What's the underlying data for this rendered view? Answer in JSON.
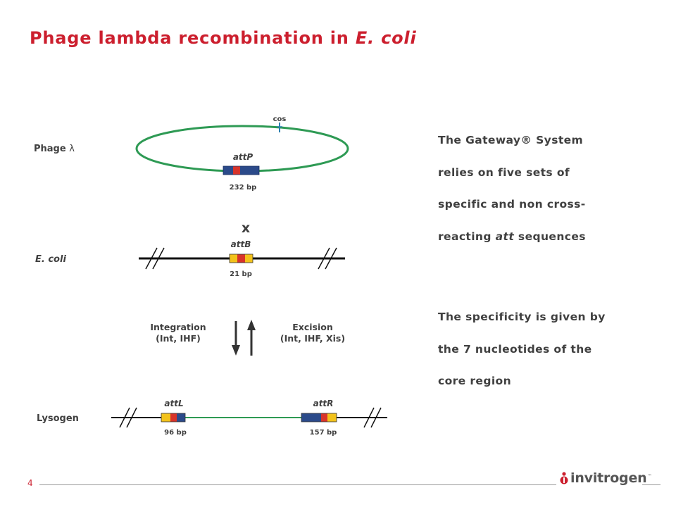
{
  "title": {
    "prefix": "Phage lambda recombination in ",
    "species": "E. coli"
  },
  "diagram": {
    "rows": {
      "phage": {
        "label": "Phage",
        "symbol": "λ",
        "site": "attP",
        "size": "232 bp",
        "cos": "cos"
      },
      "cross": "x",
      "ecoli": {
        "label": "E. coli",
        "site": "attB",
        "size": "21 bp"
      },
      "integration": {
        "line1": "Integration",
        "line2": "(Int, IHF)"
      },
      "excision": {
        "line1": "Excision",
        "line2": "(Int, IHF, Xis)"
      },
      "lysogen": {
        "label": "Lysogen",
        "left_site": "attL",
        "left_size": "96 bp",
        "right_site": "attR",
        "right_size": "157 bp"
      }
    },
    "colors": {
      "phage_dna": "#2e9a54",
      "phage_site": "#2b4a8a",
      "bacterial_site": "#f2c21b",
      "core": "#d8342a",
      "chromosome": "#111111"
    }
  },
  "text_panel": {
    "p1": [
      "The Gateway® System",
      "relies on five sets of",
      "specific and non cross-"
    ],
    "p1_last_prefix": "reacting ",
    "p1_last_em": "att",
    "p1_last_suffix": " sequences",
    "p2": [
      "The specificity is given by",
      "the 7 nucleotides of the",
      "core region"
    ]
  },
  "footer": {
    "page_number": "4",
    "logo_text": "invitrogen",
    "logo_tm": "™"
  }
}
